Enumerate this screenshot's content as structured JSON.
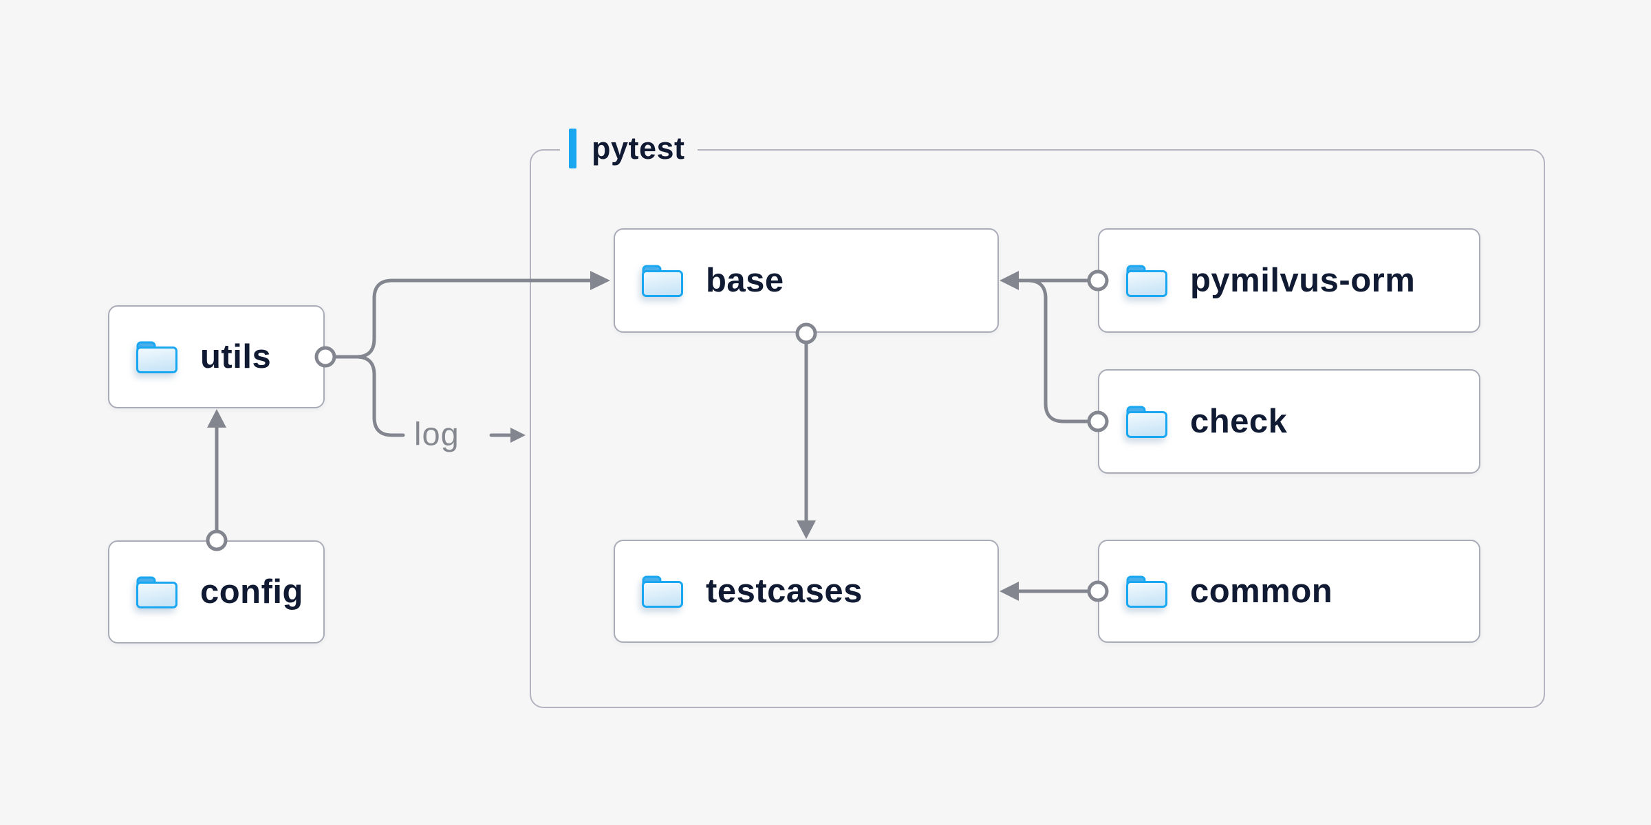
{
  "container": {
    "label": "pytest"
  },
  "nodes": {
    "utils": {
      "label": "utils"
    },
    "config": {
      "label": "config"
    },
    "base": {
      "label": "base"
    },
    "pymilvus_orm": {
      "label": "pymilvus-orm"
    },
    "check": {
      "label": "check"
    },
    "testcases": {
      "label": "testcases"
    },
    "common": {
      "label": "common"
    }
  },
  "edges": {
    "log_label": "log",
    "list": [
      {
        "from": "config",
        "to": "utils"
      },
      {
        "from": "utils",
        "to": "base"
      },
      {
        "from": "utils",
        "to": "log",
        "label": "log"
      },
      {
        "from": "base",
        "to": "testcases"
      },
      {
        "from": "pymilvus-orm",
        "to": "base"
      },
      {
        "from": "check",
        "to": "base"
      },
      {
        "from": "common",
        "to": "testcases"
      }
    ]
  },
  "colors": {
    "background": "#f6f6f7",
    "node_background": "#ffffff",
    "node_border": "#a9abb7",
    "container_border": "#b3b4c0",
    "navy_text": "#101b33",
    "edge_gray": "#83868f",
    "muted_label": "#85888f",
    "accent_blue": "#18a7f0"
  }
}
